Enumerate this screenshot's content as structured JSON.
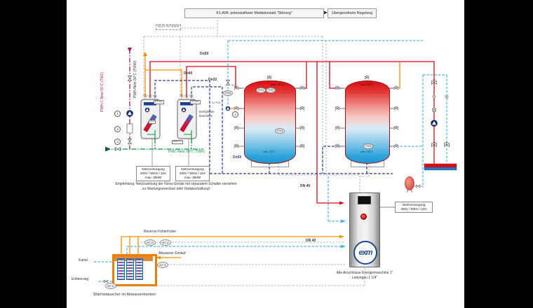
{
  "top": {
    "fault_contact": "K1-A06: potenzialfreier Meldekontakt \"Störung\"",
    "regulation": "Übergeordnete Regelung",
    "bus_label": "BUS INTERN"
  },
  "pipe_labels": {
    "pwhc": "PWH-C-Netz 55°C (TWZ)",
    "pwh": "PWH-Netz 60°C (TWW)",
    "pwc": "PWC-Netz 10°C (TWK)",
    "dn50_top": "Dn50",
    "dn40_top": "Dn40",
    "dn32": "Dn32",
    "dn50_bottom": "Dn50",
    "dn40_exm_top": "DN 40",
    "dn40_exm_bottom": "DN 40"
  },
  "units": {
    "unit1_tag": "K1 W1",
    "unit2_tag": "K2 W1",
    "a02": "A02",
    "a06": "A06 K2",
    "valve_group_k2": "K2",
    "tf04": "TF04",
    "pump_k2": "K2  P05",
    "phase_note_line1": "Drehphase",
    "phase_note_line2": "beachten!",
    "num1": "1",
    "num2": "2",
    "num3": "3",
    "num4": "4"
  },
  "power_units": {
    "title": "Netzversorgung",
    "rating": "230V / 50Hz / 10A",
    "max": "max. 350W"
  },
  "recommendation": {
    "line1": "Empfehlung: Netzzuleitung der Nova-Geräte mit separatem Schalter versehen",
    "line2": "zu Wartungszwecken oder Notabschaltung!"
  },
  "tanks": {
    "max_temp": "max. 90°C",
    "min_temp": "min. 20°C",
    "tf01": "TF01",
    "tf01_k": "K1",
    "tf02": "TF02",
    "tf02_k": "K2",
    "tf03": "TF03",
    "tf05": "TF05"
  },
  "exm": {
    "logo": "exm",
    "power_title": "Netzversorgung",
    "power_rating": "400V / 50Hz / 16A",
    "note_line1": "Alle Anschlüsse Exergiemaschine 1\"",
    "note_line2": "Leitungen 1 1/4\""
  },
  "basin": {
    "reserve": "Reserve Fühlerhülse",
    "inlet": "Abwasser Einlauf",
    "kanal": "Kanal",
    "drain": "Entleerung",
    "caption": "Wärmetauscher im Abwasserbecken",
    "nt_o": "NT O",
    "nt_u": "NT U"
  },
  "colors": {
    "hot": "#e30613",
    "warm": "#f39200",
    "circulation": "#45b6e6",
    "cold_tank": "#2f3b8f",
    "cold_water": "#009640",
    "pwhc": "#a3195b",
    "control": "#999999",
    "basin": "#ef7d00"
  }
}
